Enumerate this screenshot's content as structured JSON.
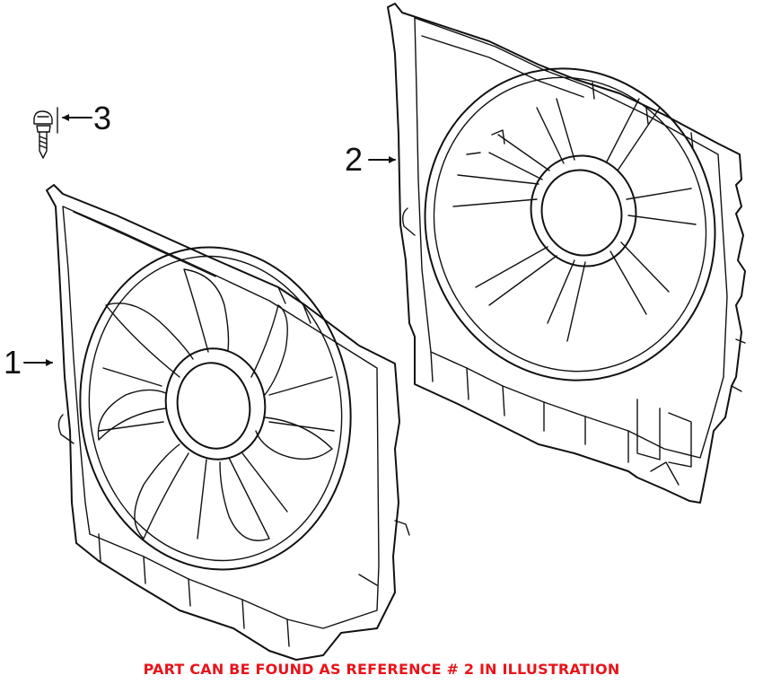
{
  "callouts": {
    "part_1": "1",
    "part_2": "2",
    "part_3": "3"
  },
  "note": {
    "text": "PART CAN BE FOUND AS REFERENCE # 2 IN ILLUSTRATION",
    "color": "#e8141b"
  },
  "line_color": "#111111"
}
